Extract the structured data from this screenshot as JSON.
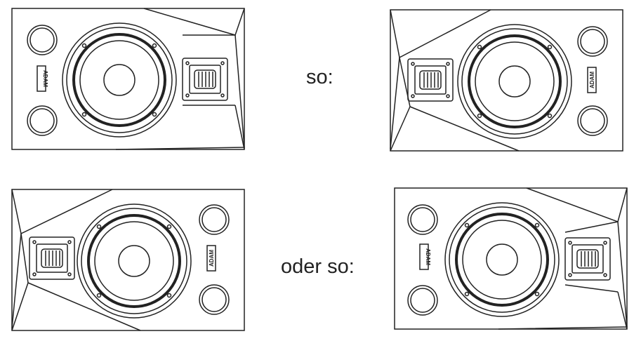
{
  "labels": {
    "top": "so:",
    "bottom": "oder so:"
  },
  "brand_text": "ADAM",
  "colors": {
    "ink": "#222222",
    "background": "#ffffff"
  }
}
